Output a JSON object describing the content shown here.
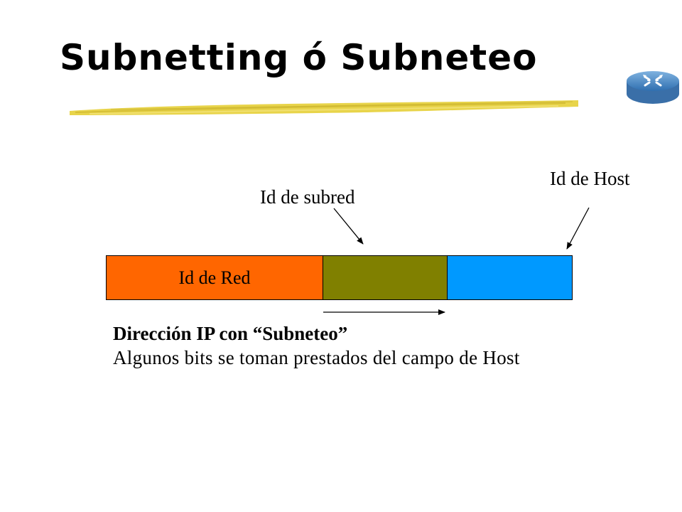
{
  "slide": {
    "title": "Subnetting ó Subneteo"
  },
  "diagram": {
    "label_subred": "Id de subred",
    "label_host": "Id de Host",
    "segment_red": "Id de Red",
    "segment_subred": "",
    "segment_host": "",
    "colors": {
      "red_segment": "#ff6600",
      "subred_segment": "#808000",
      "host_segment": "#0099ff",
      "title_underline": "#e8d44a"
    }
  },
  "caption": {
    "heading": "Dirección IP con “Subneteo”",
    "text": "Algunos bits se toman prestados del campo de Host"
  },
  "icons": {
    "logo": "router-icon"
  }
}
